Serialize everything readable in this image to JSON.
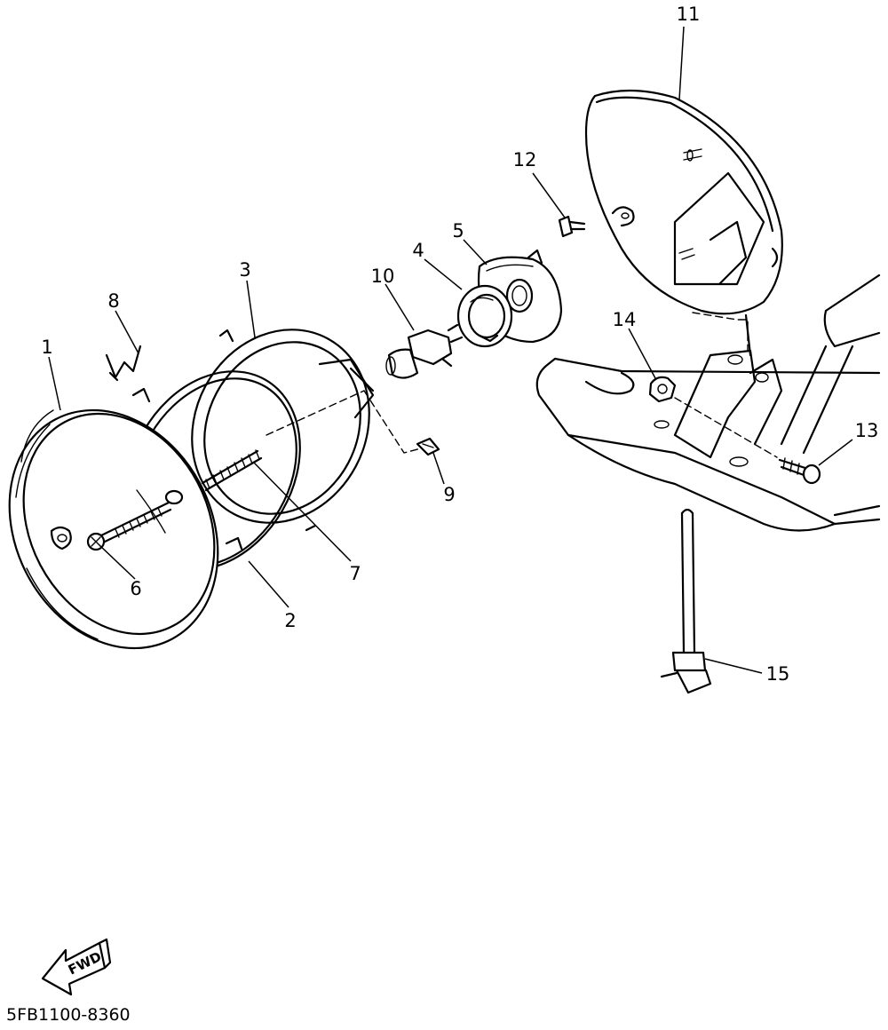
{
  "diagram": {
    "part_numbers": {
      "p1": "1",
      "p2": "2",
      "p3": "3",
      "p4": "4",
      "p5": "5",
      "p6": "6",
      "p7": "7",
      "p8": "8",
      "p9": "9",
      "p10": "10",
      "p11": "11",
      "p12": "12",
      "p13": "13",
      "p14": "14",
      "p15": "15"
    },
    "direction_label": "FWD",
    "drawing_code": "5FB1100-8360"
  }
}
